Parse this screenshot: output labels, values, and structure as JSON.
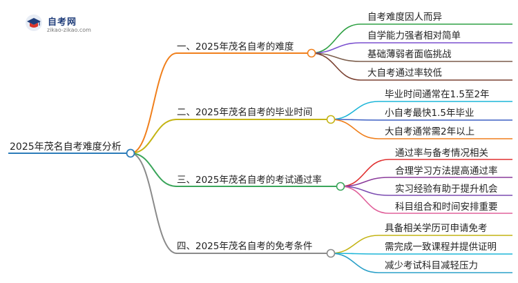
{
  "logo": {
    "title": "自考网",
    "subtitle": "zikao-zikao.com",
    "icon": "graduation-cap-icon"
  },
  "root": {
    "label": "2025年茂名自考难度分析"
  },
  "branches": [
    {
      "label": "一、2025年茂名自考的难度",
      "color": "#f07f1b",
      "leaves": [
        {
          "label": "自考难度因人而异",
          "color": "#2ea043"
        },
        {
          "label": "自学能力强者相对简单",
          "color": "#7a4fcf"
        },
        {
          "label": "基础薄弱者面临挑战",
          "color": "#7a5c4a"
        },
        {
          "label": "大自考通过率较低",
          "color": "#7a4030"
        }
      ]
    },
    {
      "label": "二、2025年茂名自考的毕业时间",
      "color": "#c4b414",
      "leaves": [
        {
          "label": "毕业时间通常在1.5至2年",
          "color": "#1cb5d8"
        },
        {
          "label": "小自考最快1.5年毕业",
          "color": "#3c5fc4"
        },
        {
          "label": "大自考通常需2年以上",
          "color": "#f07f1b"
        }
      ]
    },
    {
      "label": "三、2025年茂名自考的考试通过率",
      "color": "#3aa55a",
      "leaves": [
        {
          "label": "通过率与备考情况相关",
          "color": "#e03030"
        },
        {
          "label": "合理学习方法提高通过率",
          "color": "#8a3a9a"
        },
        {
          "label": "实习经验有助于提升机会",
          "color": "#7a4ab0"
        },
        {
          "label": "科目组合和时间安排重要",
          "color": "#e0609a"
        }
      ]
    },
    {
      "label": "四、2025年茂名自考的免考条件",
      "color": "#8a8a8a",
      "leaves": [
        {
          "label": "具备相关学历可申请免考",
          "color": "#c4b414"
        },
        {
          "label": "需完成一致课程并提供证明",
          "color": "#1cb5d8"
        },
        {
          "label": "减少考试科目减轻压力",
          "color": "#2aa0c8"
        }
      ]
    }
  ]
}
